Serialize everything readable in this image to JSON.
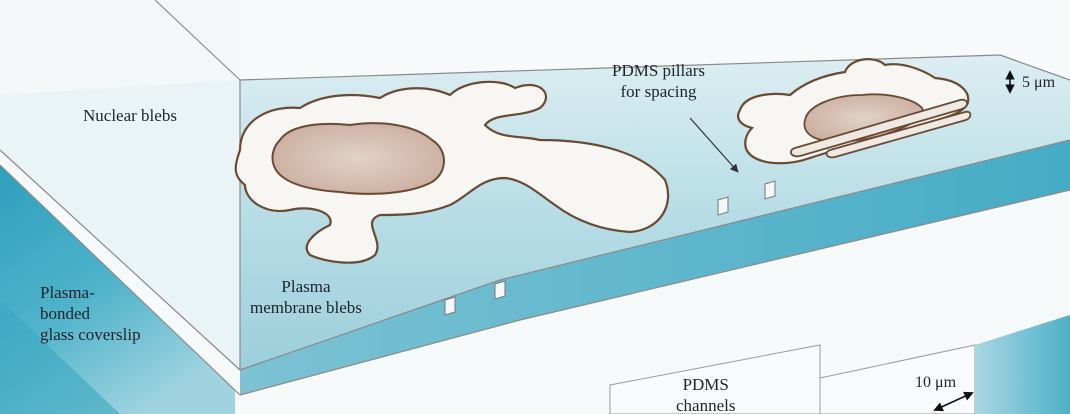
{
  "labels": {
    "nuclear_blebs": "Nuclear blebs",
    "pdms_pillars": "PDMS pillars\nfor spacing",
    "five_um": "5 μm",
    "plasma_membrane_blebs": "Plasma\nmembrane blebs",
    "coverslip": "Plasma-\nbonded\nglass coverslip",
    "pdms_channels": "PDMS\nchannels",
    "ten_um": "10 μm"
  },
  "colors": {
    "water_light": "#cfe6ec",
    "water_mid": "#7fc2d3",
    "water_deep": "#2f9fbb",
    "cell_outline": "#6a4a33",
    "nucleus_fill": "#d9c3b6",
    "pdms_top": "#f4f7f7",
    "ink": "#2a2a2a"
  }
}
